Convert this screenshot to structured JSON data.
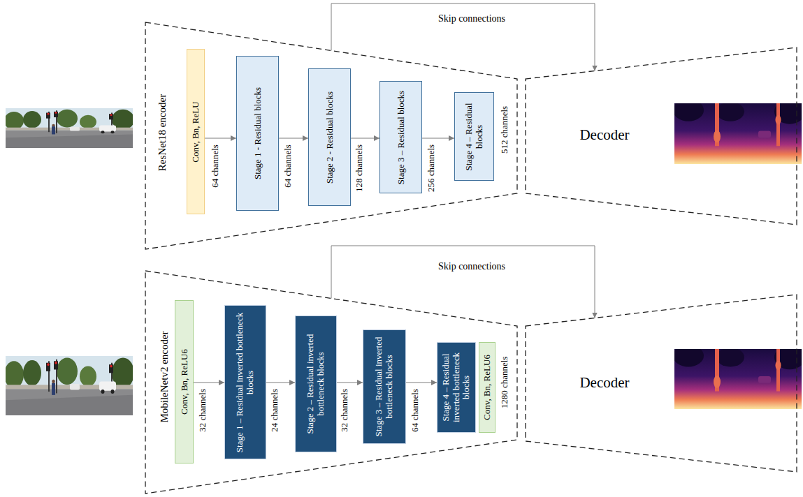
{
  "diagram": {
    "nodes": [
      {
        "text": [
          "ResNet18 encoder"
        ]
      },
      {
        "text": [
          "Conv, Bn, ReLU"
        ],
        "in": 0
      },
      {
        "text": [
          "Stage 1 - Residual blocks"
        ],
        "in": 0
      },
      {
        "text": [
          "Stage 2 - Residual blocks"
        ],
        "in": 0
      },
      {
        "text": [
          "Stage 3 – Residual blocks"
        ],
        "in": 0
      },
      {
        "text": [
          "Stage 4 – Residual blocks"
        ],
        "in": 0
      },
      {
        "text": [
          "Decoder"
        ]
      },
      {
        "text": [
          "MobileNetv2 encoder"
        ]
      },
      {
        "text": [
          "Conv, Bn, ReLU6"
        ],
        "in": 7
      },
      {
        "text": [
          "Stage 1 – Residual inverted bottleneck blocks"
        ],
        "in": 7
      },
      {
        "text": [
          "Stage 2 – Residual inverted bottleneck blocks"
        ],
        "in": 7
      },
      {
        "text": [
          "Stage 3 – Residual inverted bottleneck blocks"
        ],
        "in": 7
      },
      {
        "text": [
          "Stage 4 – Residual inverted bottleneck blocks"
        ],
        "in": 7
      },
      {
        "text": [
          "Conv, Bn, ReLU6"
        ],
        "in": 7
      },
      {
        "text": [
          "Decoder"
        ]
      }
    ],
    "edges": [
      {
        "from": 0,
        "to": 6,
        "label": "Skip connections",
        "arrow": "to"
      },
      {
        "from": 1,
        "to": 2,
        "label": "64 channels",
        "arrow": "to"
      },
      {
        "from": 2,
        "to": 3,
        "label": "64 channels",
        "arrow": "to"
      },
      {
        "from": 3,
        "to": 4,
        "label": "128 channels",
        "arrow": "to"
      },
      {
        "from": 4,
        "to": 5,
        "label": "256 channels",
        "arrow": "to"
      },
      {
        "from": 7,
        "to": 14,
        "label": "Skip connections",
        "arrow": "to"
      },
      {
        "from": 8,
        "to": 9,
        "label": "32 channels",
        "arrow": "to"
      },
      {
        "from": 9,
        "to": 10,
        "label": "24 channels",
        "arrow": "to"
      },
      {
        "from": 10,
        "to": 11,
        "label": "32 channels",
        "arrow": "to"
      },
      {
        "from": 11,
        "to": 12,
        "label": "64 channels",
        "arrow": "to"
      }
    ],
    "labels": [
      "512 channels",
      "1280 channels"
    ]
  }
}
